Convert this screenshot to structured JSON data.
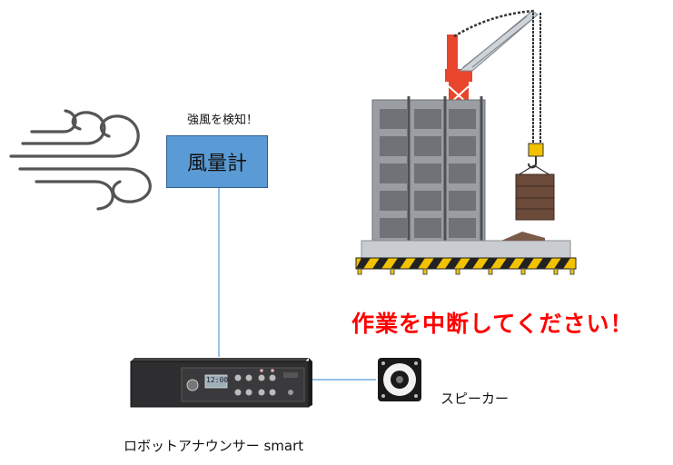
{
  "labels": {
    "wind_detect": "強風を検知！",
    "anemometer": "風量計",
    "stop_work": "作業を中断してください！",
    "speaker": "スピーカー",
    "announcer": "ロボットアナウンサー smart"
  },
  "device": {
    "display_text": "12:00"
  },
  "colors": {
    "anemometer_box": "#5b9bd5",
    "connector_line": "#5b9bd5",
    "alert_text": "#ff0000",
    "crane": "#e8452c"
  },
  "icons": [
    "wind-icon",
    "building-icon",
    "crane-icon",
    "speaker-icon",
    "announcer-device-icon"
  ]
}
